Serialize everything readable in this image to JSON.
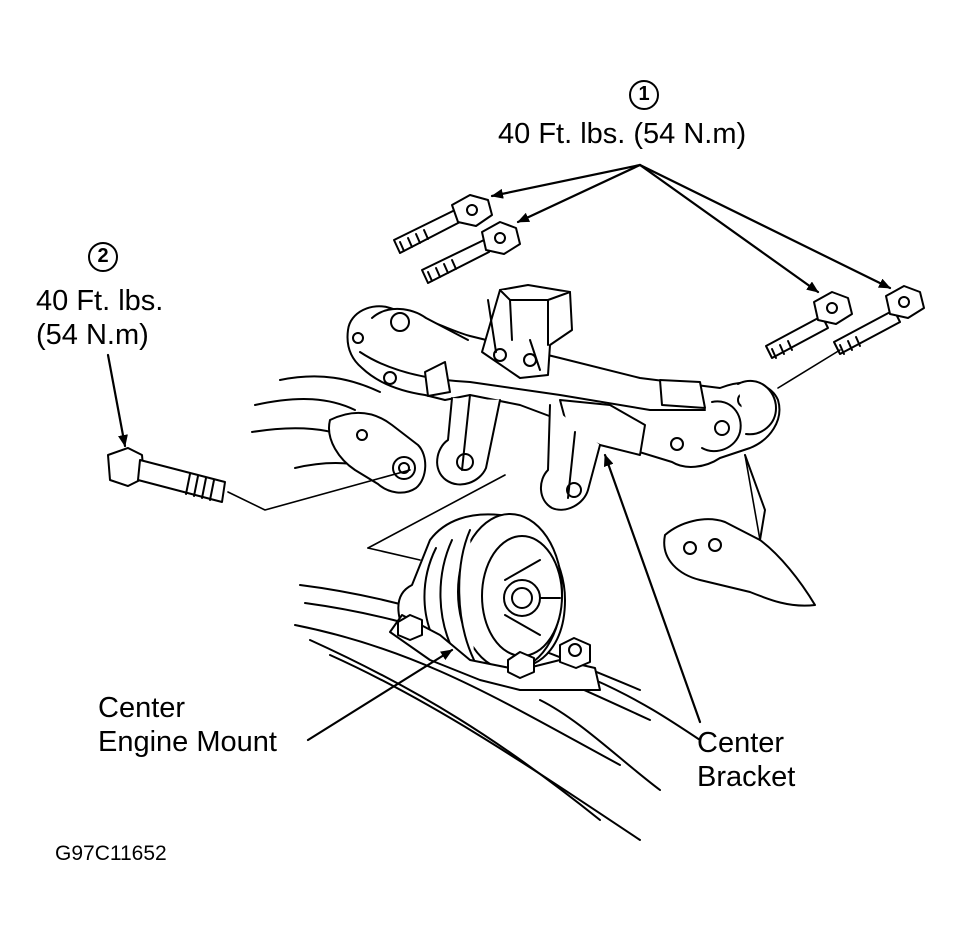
{
  "callouts": {
    "one": {
      "number": "1",
      "torque": "40 Ft. lbs. (54 N.m)"
    },
    "two": {
      "number": "2",
      "torque_line1": "40 Ft. lbs.",
      "torque_line2": "(54 N.m)"
    }
  },
  "labels": {
    "center_engine_mount_line1": "Center",
    "center_engine_mount_line2": "Engine Mount",
    "center_bracket_line1": "Center",
    "center_bracket_line2": "Bracket"
  },
  "figure_code": "G97C11652",
  "colors": {
    "ink": "#000000",
    "paper": "#ffffff"
  },
  "icons": [
    "bolt-icon",
    "engine-mount-icon",
    "center-bracket-icon"
  ]
}
